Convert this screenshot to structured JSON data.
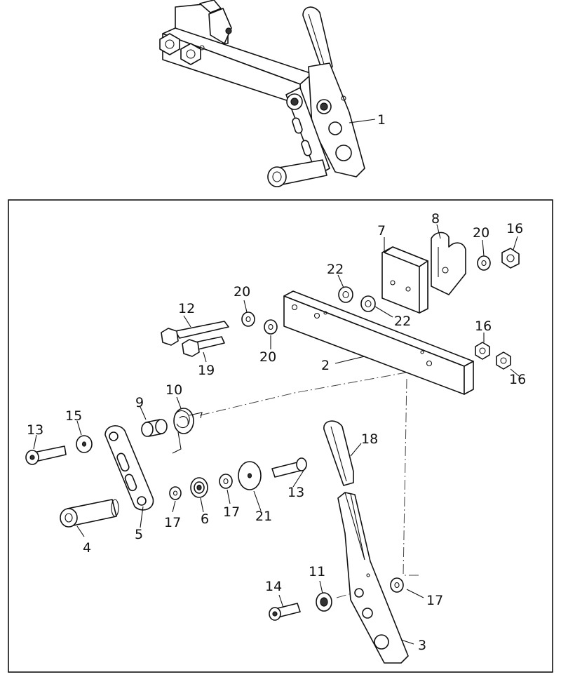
{
  "diagram": {
    "labels": {
      "p1": "1",
      "p2": "2",
      "p3": "3",
      "p4": "4",
      "p5": "5",
      "p6": "6",
      "p7": "7",
      "p8": "8",
      "p9": "9",
      "p10": "10",
      "p11": "11",
      "p12": "12",
      "p13a": "13",
      "p13b": "13",
      "p14": "14",
      "p15": "15",
      "p16a": "16",
      "p16b": "16",
      "p16c": "16",
      "p17a": "17",
      "p17b": "17",
      "p17c": "17",
      "p18": "18",
      "p19": "19",
      "p20a": "20",
      "p20b": "20",
      "p20c": "20",
      "p21": "21",
      "p22a": "22",
      "p22b": "22"
    }
  }
}
